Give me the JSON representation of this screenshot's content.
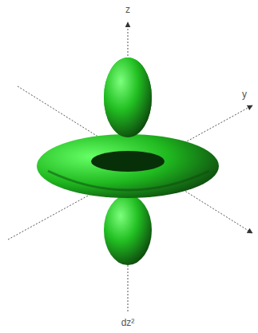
{
  "diagram": {
    "caption": "dz²",
    "labels": [
      "z",
      "y"
    ]
  }
}
